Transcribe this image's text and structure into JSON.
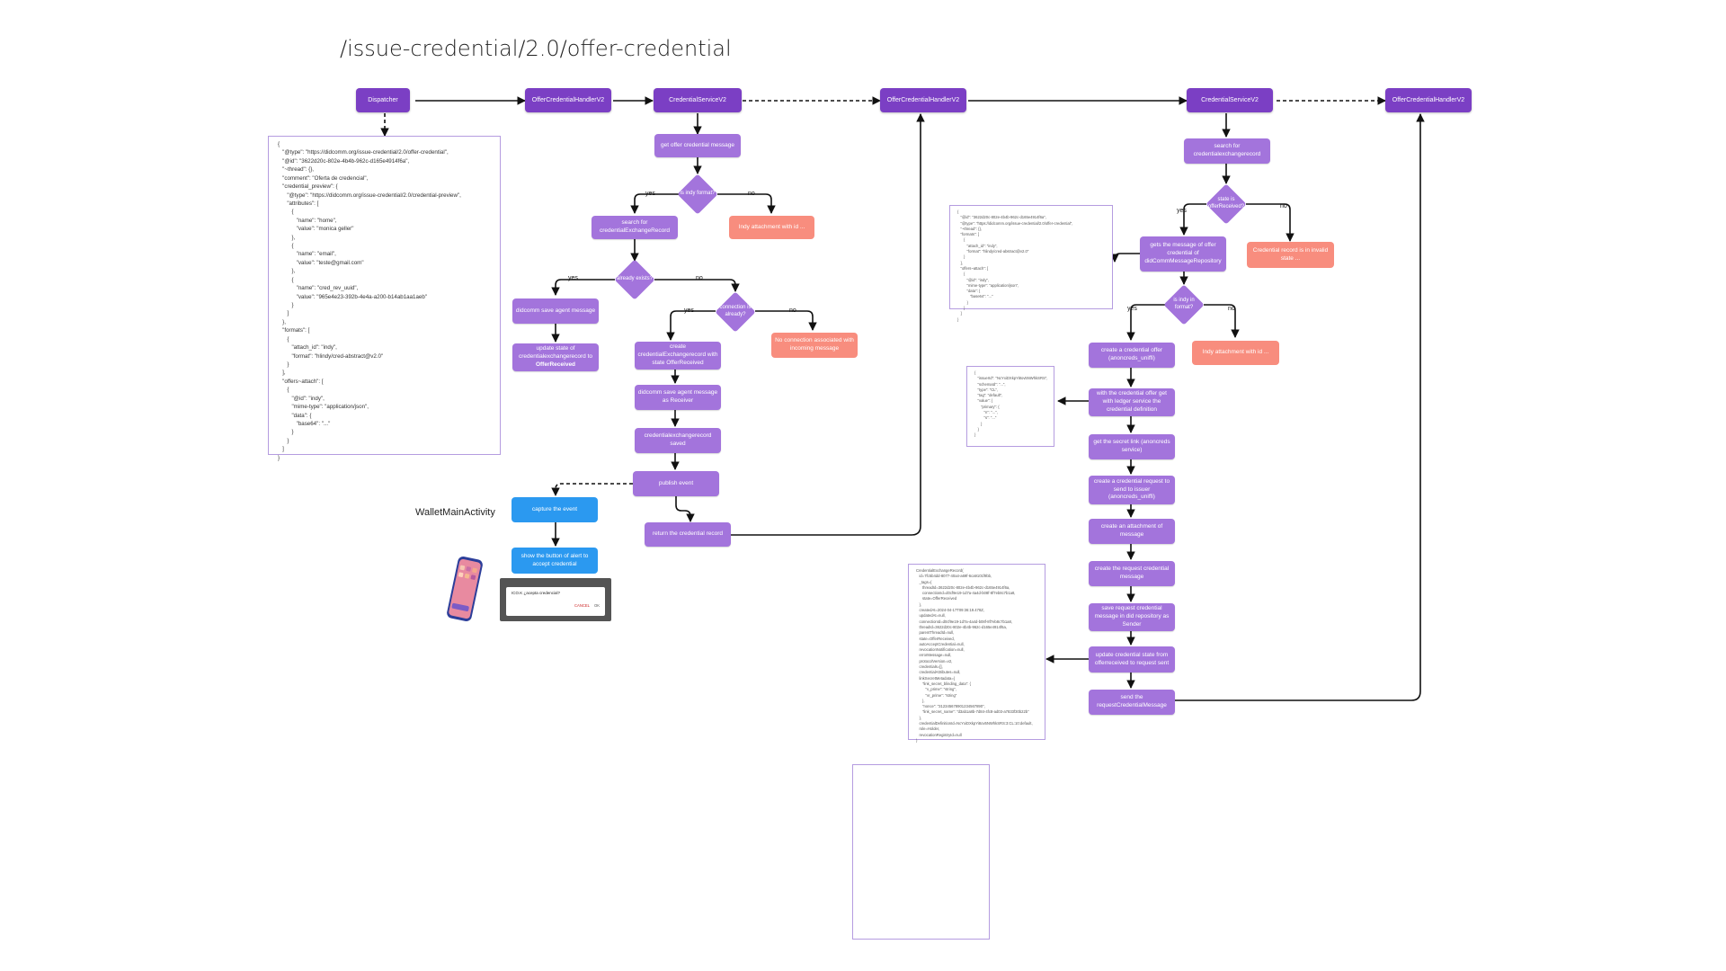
{
  "title": "/issue-credential/2.0/offer-credential",
  "headers": {
    "dispatcher": "Dispatcher",
    "offer_handler_1": "OfferCredentialHandlerV2",
    "service_1": "CredentialServiceV2",
    "offer_handler_2": "OfferCredentialHandlerV2",
    "service_2": "CredentialServiceV2",
    "offer_handler_3": "OfferCredentialHandlerV2"
  },
  "middle_flow": {
    "get_offer": "get offer credential message",
    "is_indy": "is indy format?",
    "indy_attachment_error": "Indy attachment with id ...",
    "search_record": "search for credentialExchangeRecord",
    "already_exists": "already exists?",
    "save_agent_message": "didcomm save agent message",
    "update_state": "update state of credentialexchangerecord to",
    "update_state_bold": "OfferReceived",
    "connection_exists": "connection is already?",
    "no_connection": "No connection associated with incoming message",
    "create_record": "create credentialExchangerecord with state OfferReceived",
    "save_as_receiver": "didcomm save agent message as Receiver",
    "record_saved": "credentialexchangerecord saved",
    "publish_event": "publish event",
    "return_record": "return the credential record",
    "capture_event": "capture the event",
    "show_button": "show the button of alert to accept credential"
  },
  "right_flow": {
    "search_record": "search for credentialexchangerecord",
    "state_is": "state is offerReceived?",
    "invalid_state": "Credential record is in invalid state ...",
    "gets_message": "gets the message of offer credential of didCommMessageRepository",
    "is_indy": "is indy in format?",
    "indy_attachment_error": "Indy attachment with id ...",
    "create_offer": "create a credential offer (anoncreds_uniffi)",
    "with_offer": "with the credential offer get with ledger service the credential definition",
    "get_secret": "get the secret link (anoncreds service)",
    "create_request": "create a credential request to send to issuer (anoncreds_uniffi)",
    "create_attachment": "create an attachment of message",
    "create_request_msg": "create the request credential message",
    "save_request": "save request credential message in did repository as Sender",
    "update_state": "update credential state from offerreceived to request sent",
    "send_request": "send the requestCredentialMessage"
  },
  "labels": {
    "yes": "yes",
    "no": "no"
  },
  "wallet_label": "WalletMainActivity",
  "alert": {
    "text": "ICO.K ¿acepta credencial?",
    "cancel": "CANCEL",
    "ok": "OK"
  },
  "offer_json": [
    "{",
    "   \"@type\": \"https://didcomm.org/issue-credential/2.0/offer-credential\",",
    "   \"@id\": \"3622d20c-802e-4b4b-962c-d165e4914f6a\",",
    "   \"~thread\": {},",
    "   \"comment\": \"Oferta de credencial\",",
    "   \"credential_preview\": {",
    "      \"@type\": \"https://didcomm.org/issue-credential/2.0/credential-preview\",",
    "      \"attributes\": [",
    "         {",
    "            \"name\": \"home\",",
    "            \"value\": \"monica geller\"",
    "         },",
    "         {",
    "            \"name\": \"email\",",
    "            \"value\": \"teste@gmail.com\"",
    "         },",
    "         {",
    "            \"name\": \"cred_rev_uuid\",",
    "            \"value\": \"965e4e23-392b-4e4a-a200-b14ab1aa1aeb\"",
    "         }",
    "      ]",
    "   },",
    "   \"formats\": [",
    "      {",
    "         \"attach_id\": \"indy\",",
    "         \"format\": \"hlindy/cred-abstract@v2.0\"",
    "      }",
    "   ],",
    "   \"offers~attach\": [",
    "      {",
    "         \"@id\": \"indy\",",
    "         \"mime-type\": \"application/json\",",
    "         \"data\": {",
    "            \"base64\": \"...\"",
    "         }",
    "      }",
    "   ]",
    "}"
  ],
  "message_json": [
    "{",
    "   \"@id\": \"3622d20c-802e-4b4b-962c-d165e4914f6a\",",
    "   \"@type\": \"https://didcomm.org/issue-credential/2.0/offer-credential\",",
    "   \"~thread\": {},",
    "   \"formats\": [",
    "      {",
    "         \"attach_id\": \"indy\",",
    "         \"format\": \"hlindy/cred-abstract@v2.0\"",
    "      }",
    "   ],",
    "   \"offers~attach\": [",
    "      {",
    "         \"@id\": \"indy\",",
    "         \"mime-type\": \"application/json\",",
    "         \"data\": {",
    "            \"base64\": \"...\"",
    "         }",
    "      }",
    "   ]",
    "}"
  ],
  "creddef_json": [
    "{",
    "   \"issuerId\": \"NcYxiDXkpYi8ov5NWhkSRS\",",
    "   \"schemaId\": \"...\",",
    "   \"type\": \"CL\",",
    "   \"tag\": \"default\",",
    "   \"value\": {",
    "      \"primary\": {",
    "         \"n\": \"...\",",
    "         \"s\": \"...\"",
    "      }",
    "   }",
    "}"
  ],
  "record_json": [
    "CredentialExchangeRecord(",
    "   id=7fc5b4dd-8077-40a4-a69f-6ca9101f9bb,",
    "   _tags={",
    "      threadId=3622d20c-802e-4b4b-962c-d165e4914f6a,",
    "      connectionId=d0cf9e19-1d7a-4a4d-b08f-8f7eb8c7b1a8,",
    "      state=OfferReceived",
    "   },",
    "   createdAt=2024-04-17T09:36:19.478Z,",
    "   updatedAt=null,",
    "   connectionId=d0cf9e19-1d7a-4a4d-b08f-8f7eb8c7b1a8,",
    "   threadId=3622d20c-802e-4b4b-962c-d165e4914f6a,",
    "   parentThreadId=null,",
    "   state=OfferReceived,",
    "   autoAcceptCredential=null,",
    "   revocationNotification=null,",
    "   errorMessage=null,",
    "   protocolVersion=v2,",
    "   credentials=[],",
    "   credentialAttributes=null,",
    "   linkSecretMetadata={",
    "      \"link_secret_blinding_data\": {",
    "         \"v_prime\": \"string\",",
    "         \"vr_prime\": \"string\"",
    "      },",
    "      \"nonce\": \"312345678901234567890\",",
    "      \"link_secret_name\": \"d3ab1a8b-7d84-4fc8-ad03-a7833f30b22b\"",
    "   },",
    "   credentialDefinitionId=NcYxiDXkpYi8ov5NWhkSRS:3:CL:10:default,",
    "   role=Holder,",
    "   revocationRegistryId=null",
    ")"
  ],
  "colors": {
    "header": "#7b3fc4",
    "step": "#a374dc",
    "error": "#f88d7e",
    "android": "#2b99f0"
  }
}
